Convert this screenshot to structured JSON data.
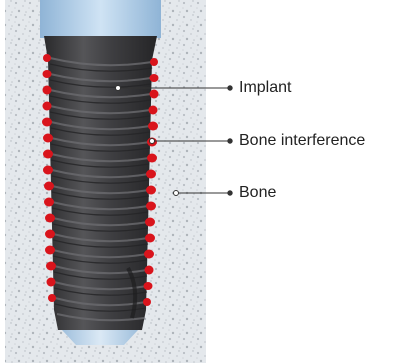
{
  "labels": {
    "implant": "Implant",
    "bone_interference": "Bone interference",
    "bone": "Bone"
  },
  "colors": {
    "bone_background": "#e4e8ec",
    "implant_body": "#3a3a3d",
    "interference_marks": "#d9141c",
    "abutment_top": "#a9cbe8",
    "leader_line": "#333333"
  }
}
